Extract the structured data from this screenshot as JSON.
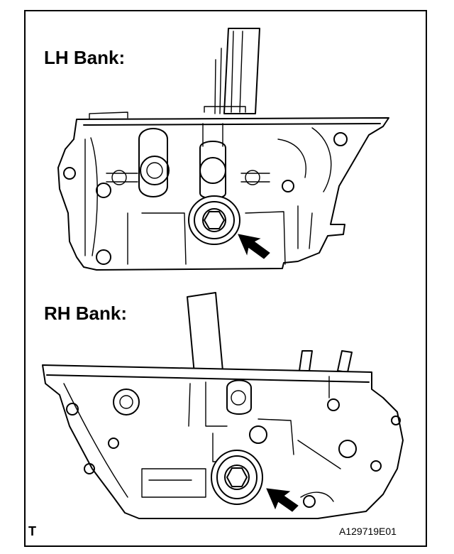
{
  "panels": {
    "lh": {
      "label": "LH Bank:"
    },
    "rh": {
      "label": "RH Bank:"
    }
  },
  "footer": {
    "corner_mark": "T",
    "figure_code": "A129719E01"
  },
  "colors": {
    "line": "#000000",
    "background": "#ffffff"
  }
}
